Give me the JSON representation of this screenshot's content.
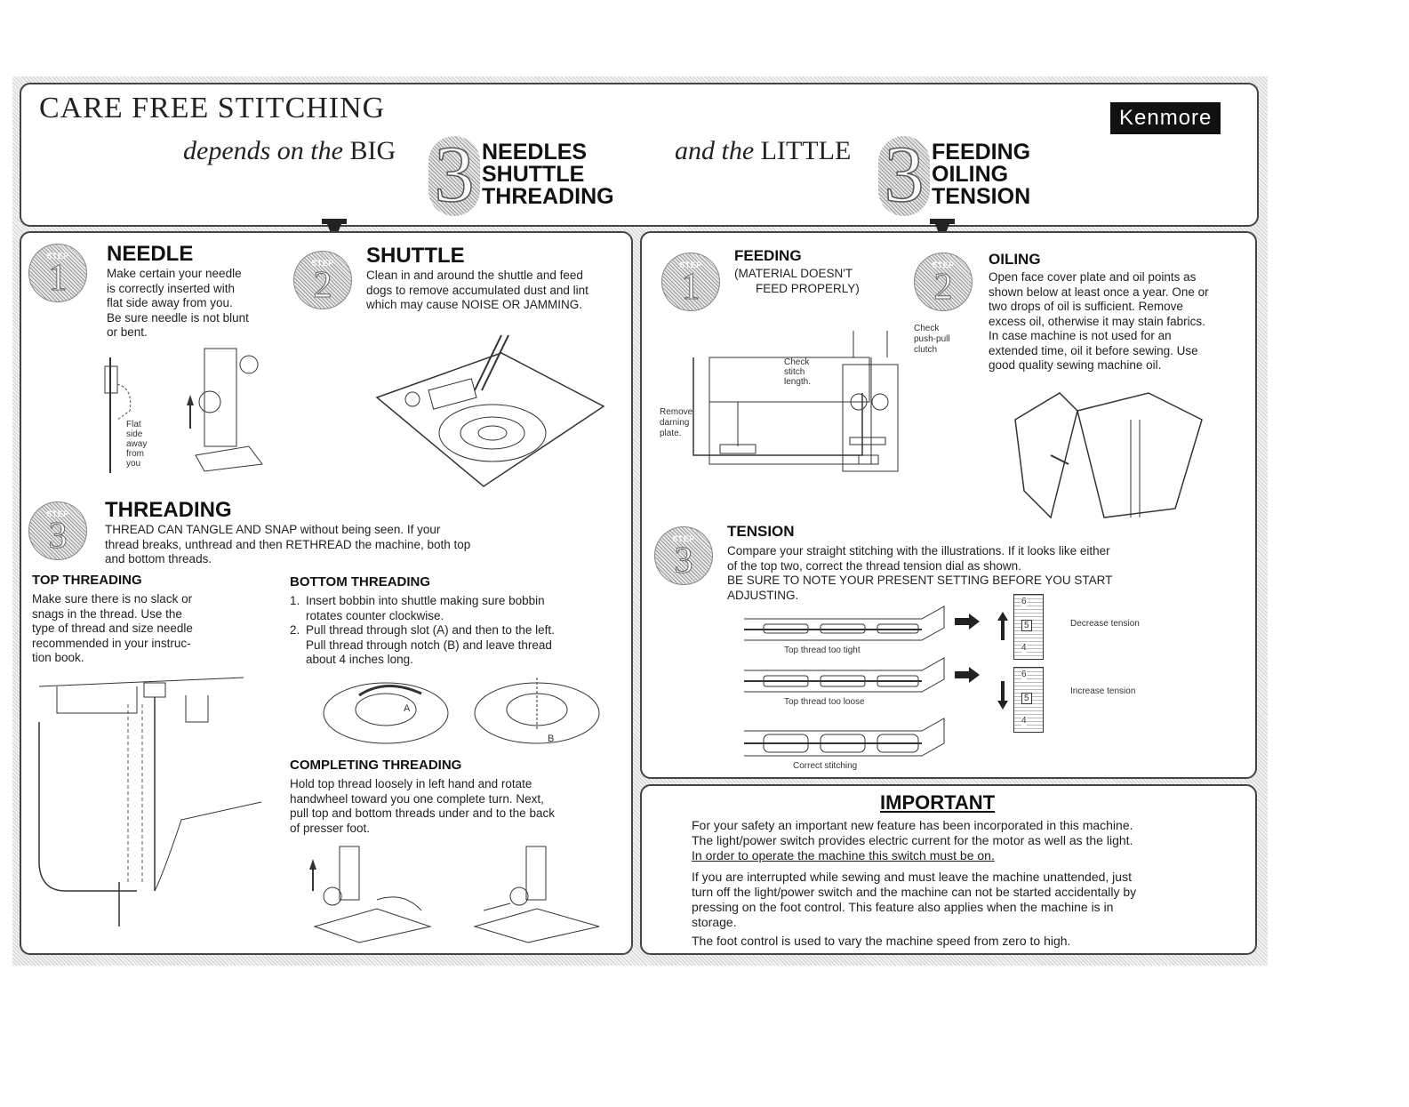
{
  "header": {
    "title": "CARE FREE STITCHING",
    "brand": "Kenmore",
    "tagline_left": {
      "prefix": "depends on the",
      "word": "BIG",
      "number": "3",
      "items": [
        "NEEDLES",
        "SHUTTLE",
        "THREADING"
      ]
    },
    "tagline_right": {
      "prefix": "and the",
      "word": "LITTLE",
      "number": "3",
      "items": [
        "FEEDING",
        "OILING",
        "TENSION"
      ]
    }
  },
  "step_label": "STEP",
  "needle": {
    "step": "1",
    "title": "NEEDLE",
    "text": [
      "Make certain your needle",
      "is correctly inserted with",
      "flat side away from you.",
      "Be sure needle is not blunt",
      "or bent."
    ],
    "callout": [
      "Flat",
      "side",
      "away",
      "from",
      "you"
    ]
  },
  "shuttle": {
    "step": "2",
    "title": "SHUTTLE",
    "text": [
      "Clean in and around the shuttle and feed",
      "dogs to remove accumulated dust and lint",
      "which may cause NOISE OR JAMMING."
    ]
  },
  "threading": {
    "step": "3",
    "title": "THREADING",
    "text": [
      "THREAD CAN TANGLE AND SNAP without being seen.  If your",
      "thread breaks, unthread and then RETHREAD the machine, both top",
      "and bottom threads."
    ],
    "top": {
      "title": "TOP THREADING",
      "text": [
        "Make sure there is no slack or",
        "snags in the thread.  Use the",
        "type of thread and size needle",
        "recommended in your instruc-",
        "tion book."
      ]
    },
    "bottom": {
      "title": "BOTTOM THREADING",
      "items": [
        [
          "1.",
          "Insert bobbin into shuttle making sure bobbin",
          "rotates counter clockwise."
        ],
        [
          "2.",
          "Pull thread through slot (A) and then to the left.",
          "Pull thread through notch (B) and leave thread",
          "about 4 inches long."
        ]
      ],
      "label_a": "A",
      "label_b": "B"
    },
    "completing": {
      "title": "COMPLETING THREADING",
      "text": [
        "Hold top thread loosely in left hand and rotate",
        "handwheel toward you one complete turn.  Next,",
        "pull top and bottom threads under and to the back",
        "of presser foot."
      ]
    }
  },
  "feeding": {
    "step": "1",
    "title": "FEEDING",
    "subtitle": [
      "(MATERIAL DOESN'T",
      "FEED PROPERLY)"
    ],
    "labels": {
      "stitch": [
        "Check",
        "stitch",
        "length."
      ],
      "darning": [
        "Remove",
        "darning",
        "plate."
      ],
      "clutch": [
        "Check",
        "push-pull",
        "clutch"
      ]
    }
  },
  "oiling": {
    "step": "2",
    "title": "OILING",
    "text": [
      "Open face cover plate and oil points as",
      "shown below at least once a year.  One or",
      "two drops of oil is sufficient.  Remove",
      "excess oil, otherwise it may stain fabrics.",
      "In case machine is not used for an",
      "extended time, oil it before sewing.  Use",
      "good quality sewing machine oil."
    ]
  },
  "tension": {
    "step": "3",
    "title": "TENSION",
    "text": [
      "Compare your straight stitching with the illustrations.  If it looks like either",
      "of the top two, correct the thread tension dial as shown.",
      "BE SURE TO NOTE YOUR PRESENT SETTING BEFORE YOU START",
      "ADJUSTING."
    ],
    "rows": [
      {
        "caption": "Top thread too tight",
        "action": "Decrease tension"
      },
      {
        "caption": "Top thread too loose",
        "action": "Increase tension"
      },
      {
        "caption": "Correct stitching",
        "action": ""
      }
    ],
    "dial": [
      "6",
      "5",
      "4"
    ]
  },
  "important": {
    "title": "IMPORTANT",
    "p1": [
      "For your safety an important new feature has been incorporated in this machine.",
      "The light/power switch provides electric current for the motor as well as the light."
    ],
    "p1_underlined": "In order to operate the machine this switch must be on.",
    "p2": [
      "If you are interrupted while sewing and must leave the machine unattended, just",
      "turn off the light/power switch and the machine can not be started accidentally by",
      "pressing on the foot control.  This feature also applies when the machine is in",
      "storage."
    ],
    "p3": "The foot control is used to vary the machine speed from zero to high."
  }
}
